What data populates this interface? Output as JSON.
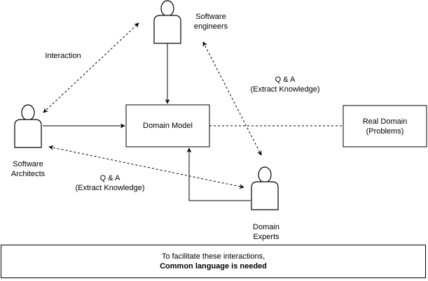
{
  "colors": {
    "stroke": "#000000",
    "background": "#ffffff"
  },
  "actors": {
    "engineers": {
      "line1": "Software",
      "line2": "engineers"
    },
    "architects": {
      "line1": "Software",
      "line2": "Architects"
    },
    "experts": {
      "line1": "Domain",
      "line2": "Experts"
    }
  },
  "boxes": {
    "domain_model": "Domain Model",
    "real_domain": {
      "line1": "Real Domain",
      "line2": "(Problems)"
    }
  },
  "edge_labels": {
    "interaction": "Interaction",
    "qa_top": {
      "line1": "Q & A",
      "line2": "(Extract Knowledge)"
    },
    "qa_bottom": {
      "line1": "Q & A",
      "line2": "(Extract Knowledge)"
    }
  },
  "note": {
    "line1": "To facilitate these interactions,",
    "line2": "Common language is needed"
  }
}
